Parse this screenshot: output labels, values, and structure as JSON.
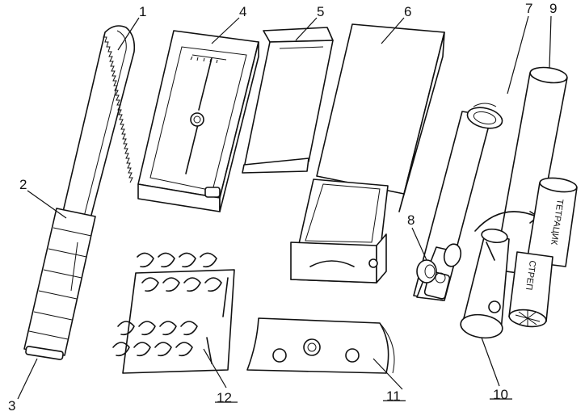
{
  "labels": {
    "l1": "1",
    "l2": "2",
    "l3": "3",
    "l4": "4",
    "l5": "5",
    "l6": "6",
    "l7": "7",
    "l8": "8",
    "l9": "9",
    "l10": "10",
    "l11": "11",
    "l12": "12"
  },
  "inscriptions": {
    "streptocid": "СТРЕП",
    "tetracycline": "ТЕТРАЦИК"
  }
}
